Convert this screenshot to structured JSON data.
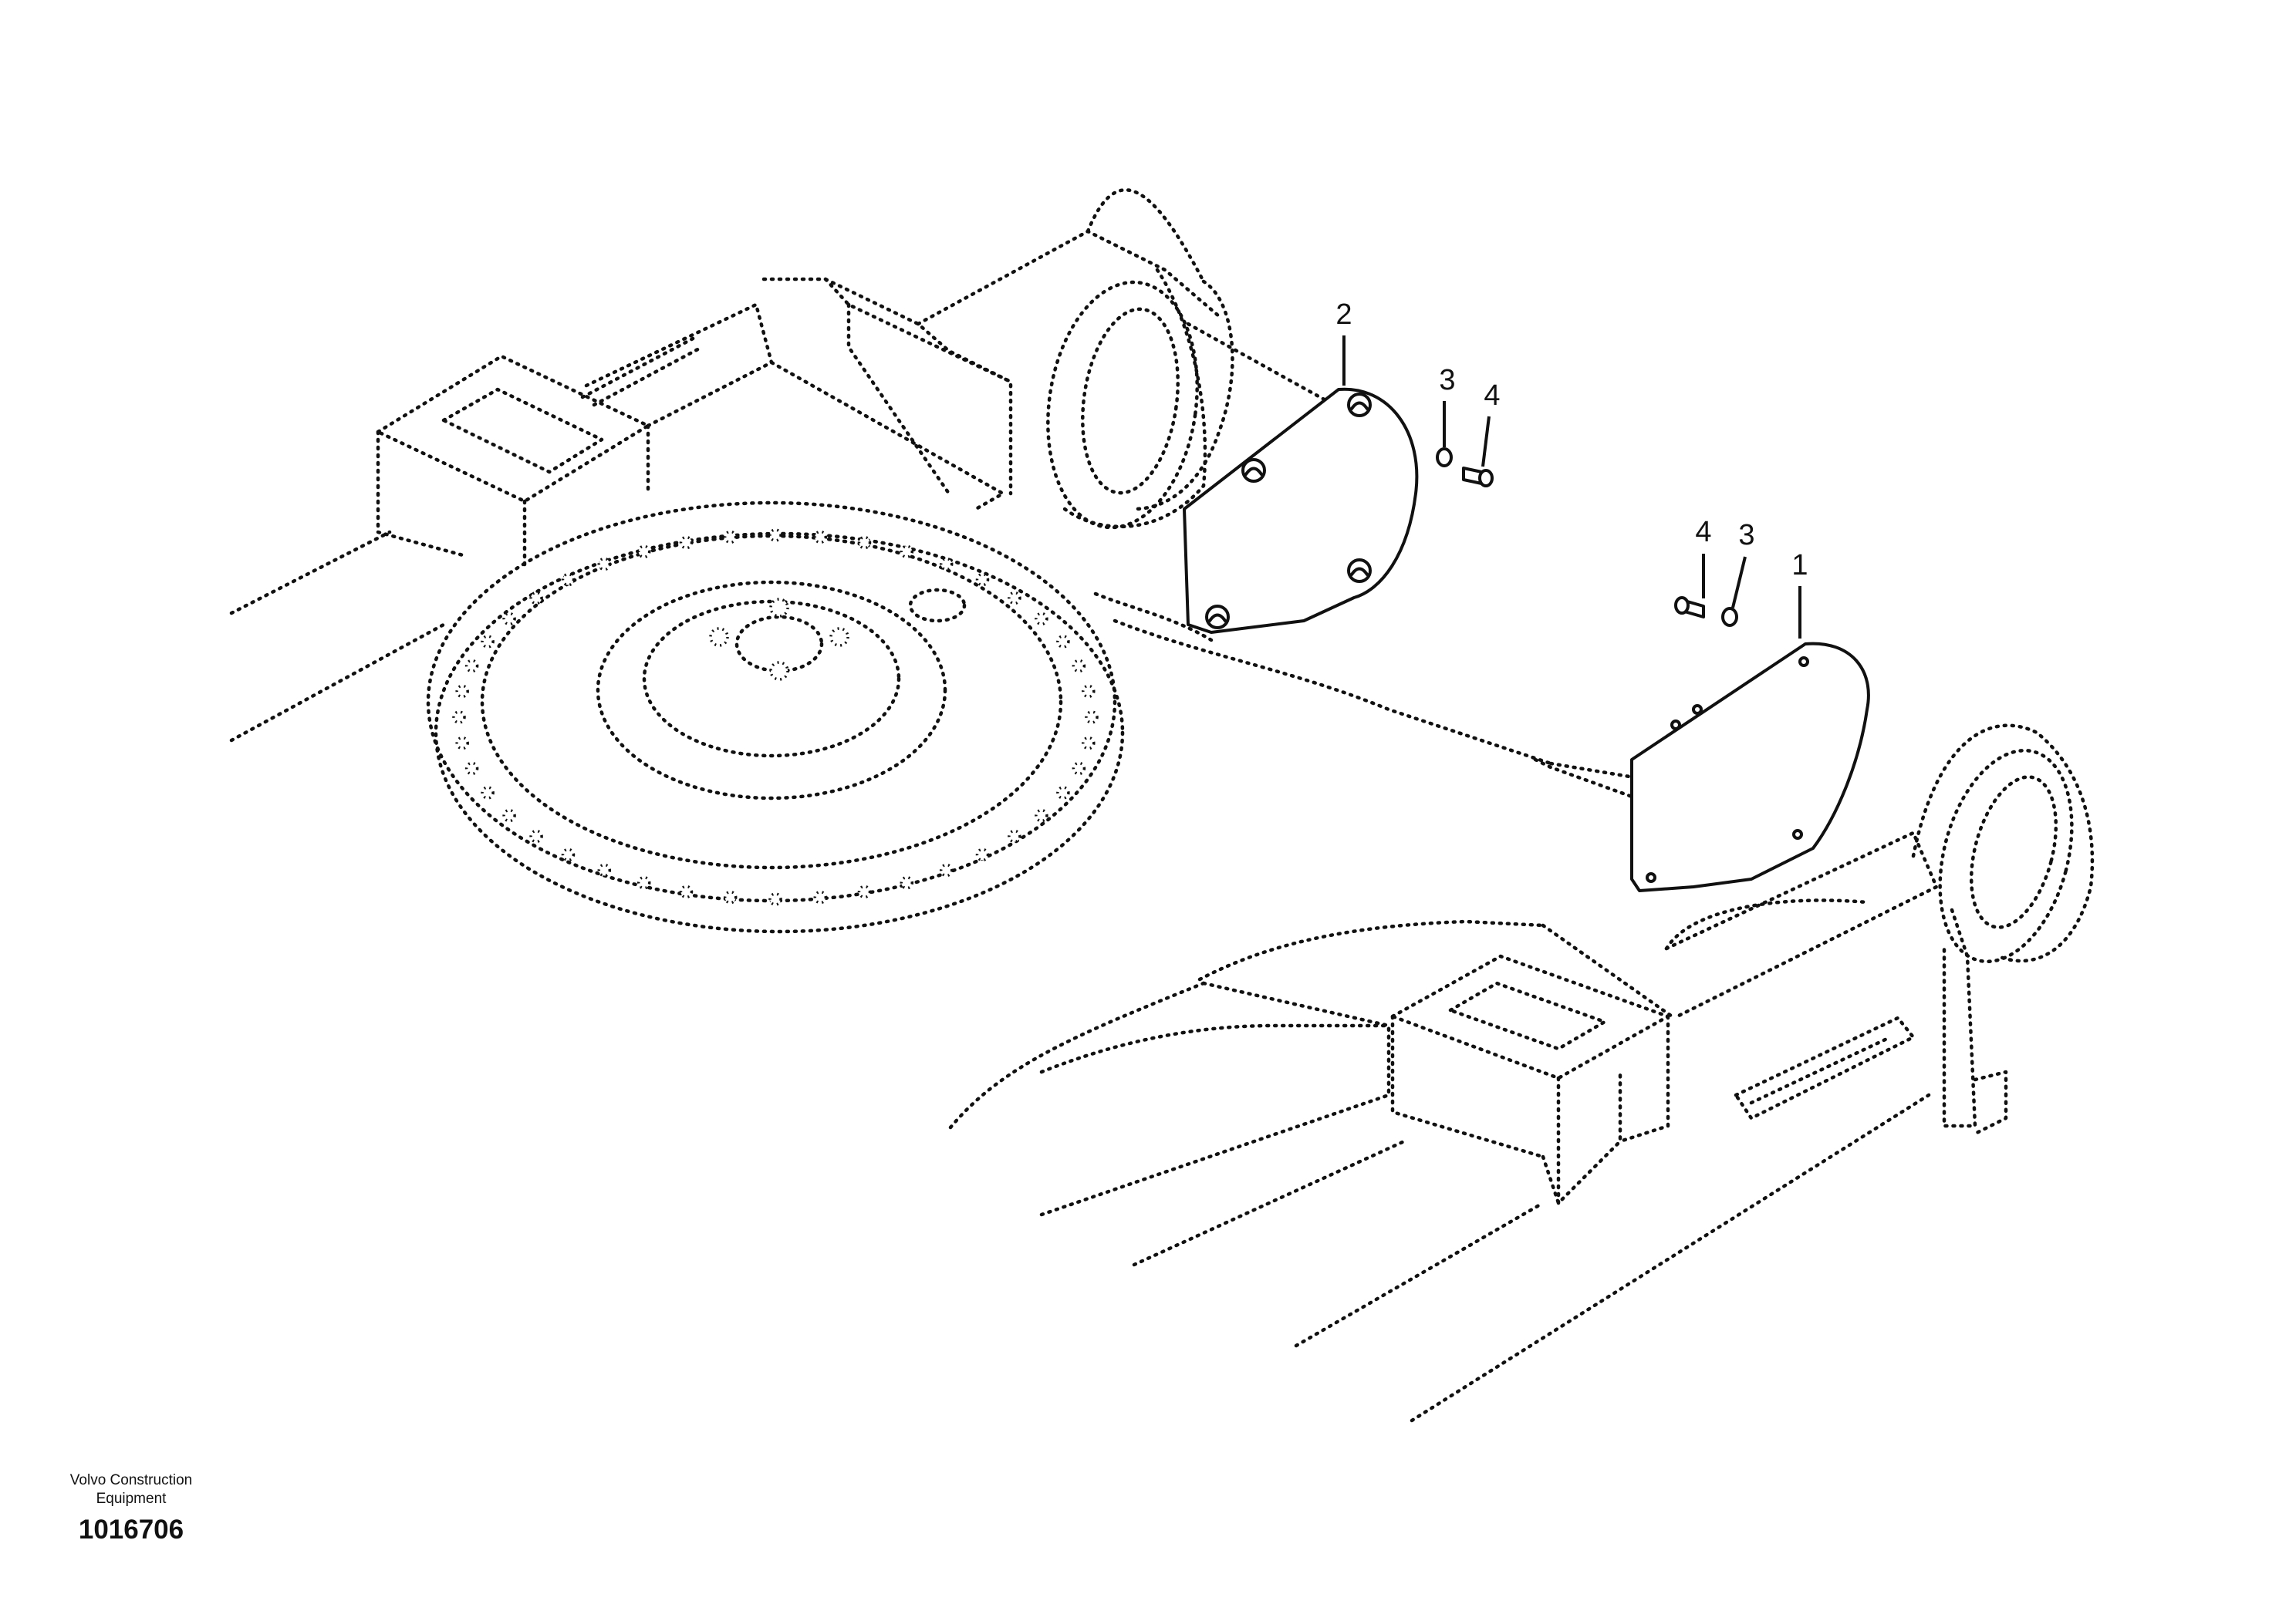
{
  "callouts": [
    {
      "number": "2",
      "part": "cover-plate-left"
    },
    {
      "number": "3",
      "part": "washer-left"
    },
    {
      "number": "4",
      "part": "bolt-left"
    },
    {
      "number": "4",
      "part": "bolt-right"
    },
    {
      "number": "3",
      "part": "washer-right"
    },
    {
      "number": "1",
      "part": "cover-plate-right"
    }
  ],
  "footer": {
    "manufacturer_line1": "Volvo Construction",
    "manufacturer_line2": "Equipment",
    "document_number": "1016706"
  }
}
